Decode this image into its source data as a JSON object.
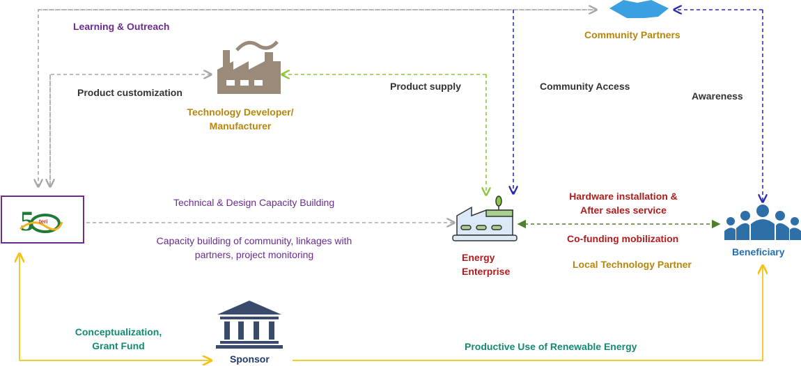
{
  "nodes": {
    "org_logo": {
      "logo_text": "50 teri"
    },
    "tech_dev": {
      "label_line1": "Technology Developer/",
      "label_line2": "Manufacturer"
    },
    "community_partners": {
      "label": "Community Partners"
    },
    "energy_enterprise": {
      "label_line1": "Energy",
      "label_line2": "Enterprise"
    },
    "beneficiary": {
      "label": "Beneficiary"
    },
    "sponsor": {
      "label": "Sponsor"
    }
  },
  "edges": {
    "learning": "Learning & Outreach",
    "customization": "Product customization",
    "supply": "Product supply",
    "community_access": "Community Access",
    "awareness": "Awareness",
    "capacity_tech": "Technical & Design Capacity Building",
    "capacity_comm_1": "Capacity building of community, linkages with",
    "capacity_comm_2": "partners, project monitoring",
    "hardware_1": "Hardware installation &",
    "hardware_2": "After sales service",
    "cofunding": "Co-funding mobilization",
    "local_partner": "Local Technology Partner",
    "concept_1": "Conceptualization,",
    "concept_2": "Grant Fund",
    "productive_use": "Productive Use of Renewable Energy"
  },
  "colors": {
    "gray": "#a6a6a6",
    "lightgreen": "#8cc63f",
    "blue": "#2b2bb5",
    "darkgreen": "#4f7f2f",
    "yellow": "#f5c218",
    "purple": "#6a2c8f"
  }
}
